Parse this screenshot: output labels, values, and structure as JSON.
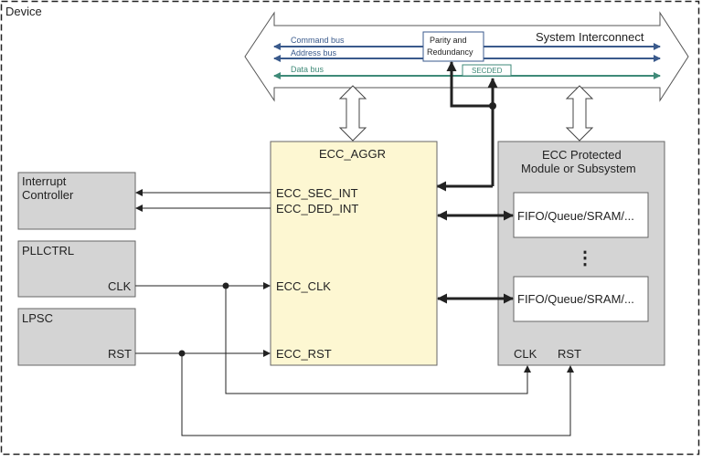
{
  "device": {
    "label": "Device"
  },
  "interconnect": {
    "title": "System Interconnect",
    "command_bus": "Command bus",
    "address_bus": "Address bus",
    "data_bus": "Data bus",
    "parity_line1": "Parity and",
    "parity_line2": "Redundancy",
    "secded": "SECDED"
  },
  "ecc_aggr": {
    "title": "ECC_AGGR",
    "sec_int": "ECC_SEC_INT",
    "ded_int": "ECC_DED_INT",
    "clk": "ECC_CLK",
    "rst": "ECC_RST"
  },
  "interrupt_controller": {
    "line1": "Interrupt",
    "line2": "Controller"
  },
  "pllctrl": {
    "title": "PLLCTRL",
    "clk": "CLK"
  },
  "lpsc": {
    "title": "LPSC",
    "rst": "RST"
  },
  "protected_module": {
    "line1": "ECC Protected",
    "line2": "Module or Subsystem",
    "mem1": "FIFO/Queue/SRAM/...",
    "mem2": "FIFO/Queue/SRAM/...",
    "ellipsis": "⋮",
    "clk": "CLK",
    "rst": "RST"
  },
  "colors": {
    "bus_blue": "#3a5a8c",
    "bus_green": "#3f8a78",
    "aggr_fill": "#fdf7d2",
    "block_fill": "#d4d4d4"
  }
}
